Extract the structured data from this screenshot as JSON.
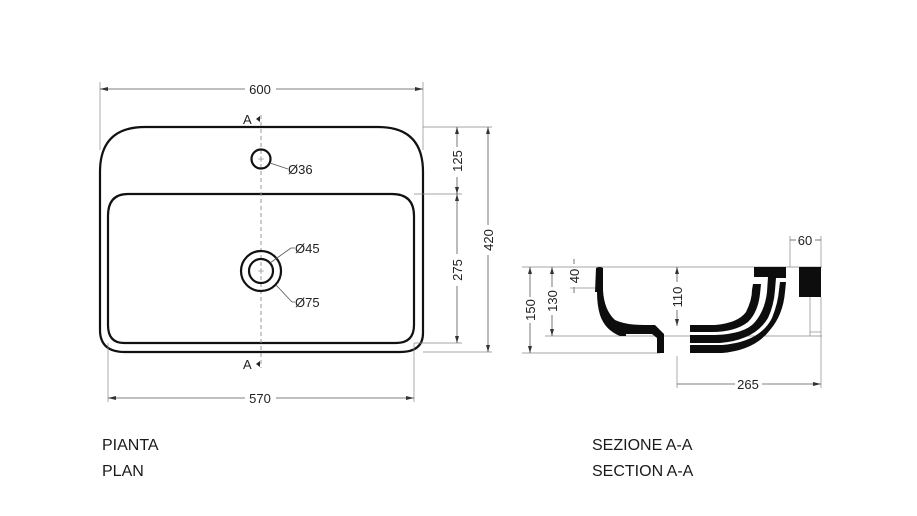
{
  "plan": {
    "title_it": "PIANTA",
    "title_en": "PLAN",
    "section_marker_top": "A",
    "section_marker_bottom": "A",
    "dimensions": {
      "overall_width": "600",
      "bowl_width": "570",
      "overall_depth": "420",
      "deck_depth": "125",
      "bowl_depth": "275"
    },
    "holes": {
      "tap_hole": "Ø36",
      "drain_inner": "Ø45",
      "drain_outer": "Ø75"
    }
  },
  "section": {
    "title_it": "SEZIONE A-A",
    "title_en": "SECTION A-A",
    "dimensions": {
      "total_height": "150",
      "bowl_height": "130",
      "rim_thickness": "40",
      "bowl_depth": "110",
      "rim_width": "60",
      "half_length": "265"
    }
  }
}
